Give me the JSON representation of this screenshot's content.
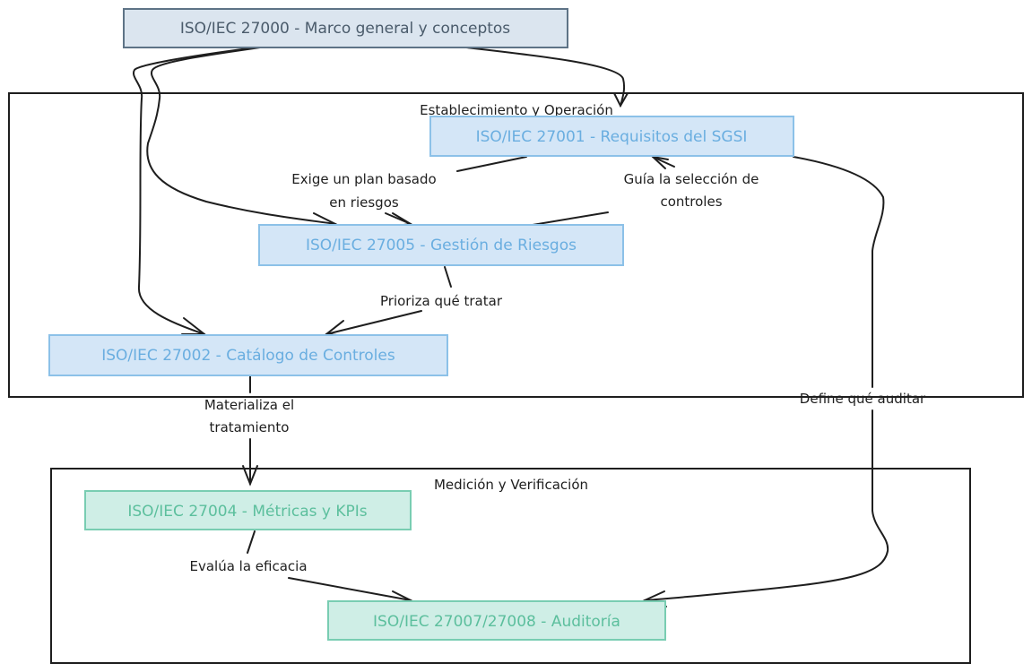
{
  "title": "ISO/IEC 27000 family relationship diagram",
  "colors": {
    "gray_node_fill": "#dbe5ef",
    "gray_node_stroke": "#5e7386",
    "gray_node_text": "#4a5b6b",
    "blue_node_fill": "#d4e6f7",
    "blue_node_stroke": "#8cc1e8",
    "blue_node_text": "#6aaee0",
    "green_node_fill": "#cfeee6",
    "green_node_stroke": "#79cdb2",
    "green_node_text": "#5cbf9d",
    "line": "#1e1e1e"
  },
  "groups": [
    {
      "id": "ops",
      "label": "Establecimiento y Operación"
    },
    {
      "id": "measure",
      "label": "Medición y Verificación"
    }
  ],
  "nodes": [
    {
      "id": "n27000",
      "label": "ISO/IEC 27000 - Marco general y conceptos",
      "style": "gray"
    },
    {
      "id": "n27001",
      "label": "ISO/IEC 27001 - Requisitos del SGSI",
      "style": "blue"
    },
    {
      "id": "n27005",
      "label": "ISO/IEC 27005 - Gestión de Riesgos",
      "style": "blue"
    },
    {
      "id": "n27002",
      "label": "ISO/IEC 27002 - Catálogo de Controles",
      "style": "blue"
    },
    {
      "id": "n27004",
      "label": "ISO/IEC 27004 - Métricas y KPIs",
      "style": "green"
    },
    {
      "id": "n27007",
      "label": "ISO/IEC 27007/27008 - Auditoría",
      "style": "green"
    }
  ],
  "edges": [
    {
      "from": "n27000",
      "to": "n27001",
      "label": ""
    },
    {
      "from": "n27000",
      "to": "n27005",
      "label": ""
    },
    {
      "from": "n27000",
      "to": "n27002",
      "label": ""
    },
    {
      "from": "n27001",
      "to": "n27005",
      "label_lines": [
        "Exige un plan basado",
        "en riesgos"
      ]
    },
    {
      "from": "n27005",
      "to": "n27001",
      "label_lines": [
        "Guía la selección de",
        "controles"
      ]
    },
    {
      "from": "n27005",
      "to": "n27002",
      "label_lines": [
        "Prioriza qué tratar"
      ]
    },
    {
      "from": "n27002",
      "to": "n27004",
      "label_lines": [
        "Materializa el",
        "tratamiento"
      ]
    },
    {
      "from": "n27001",
      "to": "n27007",
      "label_lines": [
        "Define qué auditar"
      ]
    },
    {
      "from": "n27004",
      "to": "n27007",
      "label_lines": [
        "Evalúa la eficacia"
      ]
    }
  ]
}
